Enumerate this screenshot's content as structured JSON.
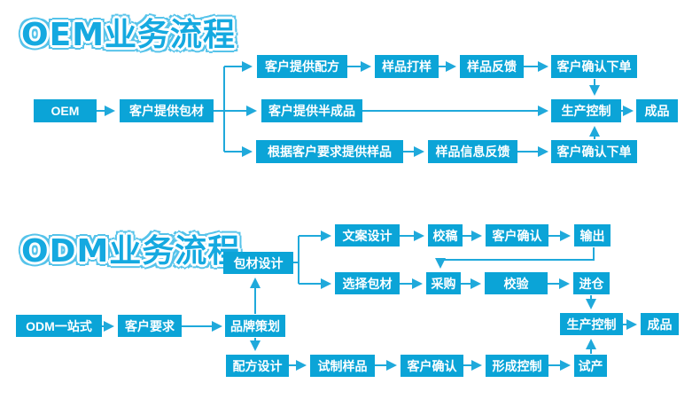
{
  "colors": {
    "box": "#0ba4d7",
    "arrow": "#1fa9db",
    "title": "#15a9e0",
    "background": "#ffffff"
  },
  "oem": {
    "title": "OEM业务流程",
    "nodes": {
      "start": {
        "label": "OEM"
      },
      "provide_packaging": {
        "label": "客户提供包材"
      },
      "provide_formula": {
        "label": "客户提供配方"
      },
      "sample_proofing": {
        "label": "样品打样"
      },
      "sample_feedback": {
        "label": "样品反馈"
      },
      "confirm_order_top": {
        "label": "客户确认下单"
      },
      "provide_semi_finished": {
        "label": "客户提供半成品"
      },
      "production_control": {
        "label": "生产控制"
      },
      "finished_product": {
        "label": "成品"
      },
      "sample_per_request": {
        "label": "根据客户要求提供样品"
      },
      "sample_info_feedback": {
        "label": "样品信息反馈"
      },
      "confirm_order_bottom": {
        "label": "客户确认下单"
      }
    }
  },
  "odm": {
    "title": "ODM业务流程",
    "nodes": {
      "start": {
        "label": "ODM一站式"
      },
      "customer_request": {
        "label": "客户要求"
      },
      "brand_planning": {
        "label": "品牌策划"
      },
      "packaging_design": {
        "label": "包材设计"
      },
      "copy_design": {
        "label": "文案设计"
      },
      "proofreading": {
        "label": "校稿"
      },
      "customer_confirm_copy": {
        "label": "客户确认"
      },
      "output": {
        "label": "输出"
      },
      "select_packaging": {
        "label": "选择包材"
      },
      "purchasing": {
        "label": "采购"
      },
      "verification": {
        "label": "校验"
      },
      "warehousing": {
        "label": "进仓"
      },
      "production_control": {
        "label": "生产控制"
      },
      "finished_product": {
        "label": "成品"
      },
      "formula_design": {
        "label": "配方设计"
      },
      "trial_sample": {
        "label": "试制样品"
      },
      "customer_confirm_sample": {
        "label": "客户确认"
      },
      "forming_control": {
        "label": "形成控制"
      },
      "trial_production": {
        "label": "试产"
      }
    }
  }
}
